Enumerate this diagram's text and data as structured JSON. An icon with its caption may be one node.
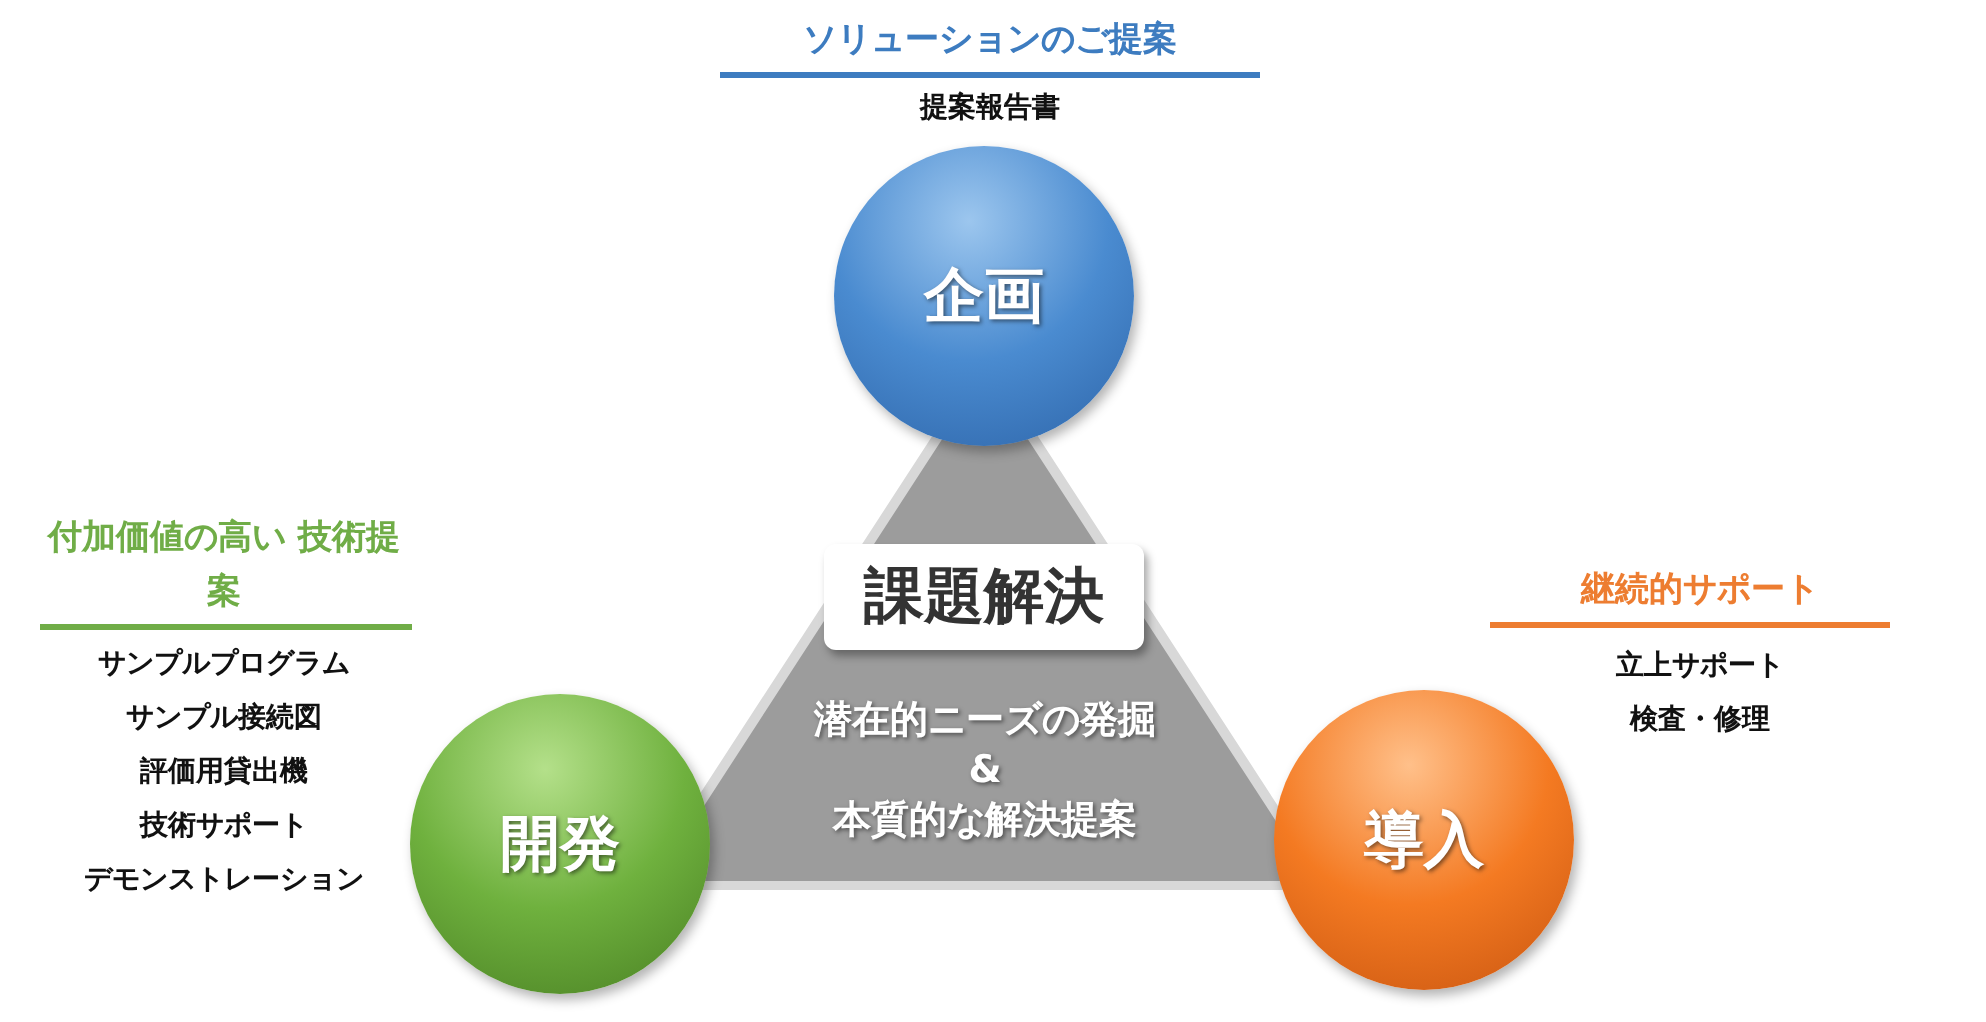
{
  "diagram": {
    "nodes": [
      {
        "text": [
          "企画"
        ],
        "beside": [
          "ソリューションのご提案",
          "提案報告書"
        ]
      },
      {
        "text": [
          "潜在的ニーズの発掘 & 本質的な解決提案"
        ]
      },
      {
        "text": [
          "課題解決"
        ],
        "in": 1
      },
      {
        "text": [
          "開発"
        ],
        "beside": [
          "付加価値の高い 技術提案",
          "サンプルプログラム",
          "サンプル接続図",
          "評価用貸出機",
          "技術サポート",
          "デモンストレーション"
        ]
      },
      {
        "text": [
          "導入"
        ],
        "beside": [
          "継続的サポート",
          "立上サポート",
          "検査・修理"
        ]
      }
    ],
    "edges": []
  }
}
